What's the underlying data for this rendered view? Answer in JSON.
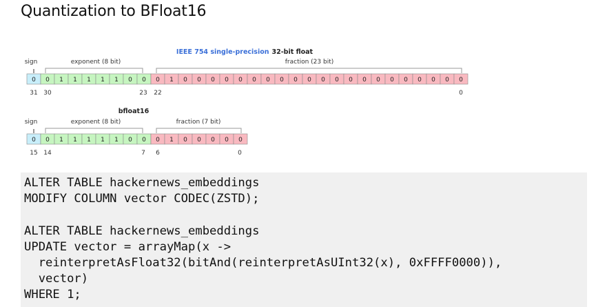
{
  "title": "Quantization to BFloat16",
  "colors": {
    "sign": "#c8eefa",
    "exponent": "#c6f5c0",
    "fraction": "#f9b9c0",
    "cell_border": "#8a8a8a",
    "title_blue": "#3a6fd8"
  },
  "float32": {
    "title_part1": "IEEE 754 single-precision",
    "title_part2": "32-bit float",
    "sign_label": "sign",
    "exponent_label": "exponent (8 bit)",
    "fraction_label": "fraction (23 bit)",
    "bits": [
      "0",
      "0",
      "1",
      "1",
      "1",
      "1",
      "1",
      "0",
      "0",
      "0",
      "1",
      "0",
      "0",
      "0",
      "0",
      "0",
      "0",
      "0",
      "0",
      "0",
      "0",
      "0",
      "0",
      "0",
      "0",
      "0",
      "0",
      "0",
      "0",
      "0",
      "0",
      "0"
    ],
    "index_labels": [
      "31",
      "30",
      "23",
      "22",
      "0"
    ]
  },
  "bfloat16": {
    "title": "bfloat16",
    "sign_label": "sign",
    "exponent_label": "exponent (8 bit)",
    "fraction_label": "fraction (7 bit)",
    "bits": [
      "0",
      "0",
      "1",
      "1",
      "1",
      "1",
      "1",
      "0",
      "0",
      "0",
      "1",
      "0",
      "0",
      "0",
      "0",
      "0"
    ],
    "index_labels": [
      "15",
      "14",
      "7",
      "6",
      "0"
    ]
  },
  "code": "ALTER TABLE hackernews_embeddings\nMODIFY COLUMN vector CODEC(ZSTD);\n\nALTER TABLE hackernews_embeddings\nUPDATE vector = arrayMap(x ->\n  reinterpretAsFloat32(bitAnd(reinterpretAsUInt32(x), 0xFFFF0000)),\n  vector)\nWHERE 1;"
}
